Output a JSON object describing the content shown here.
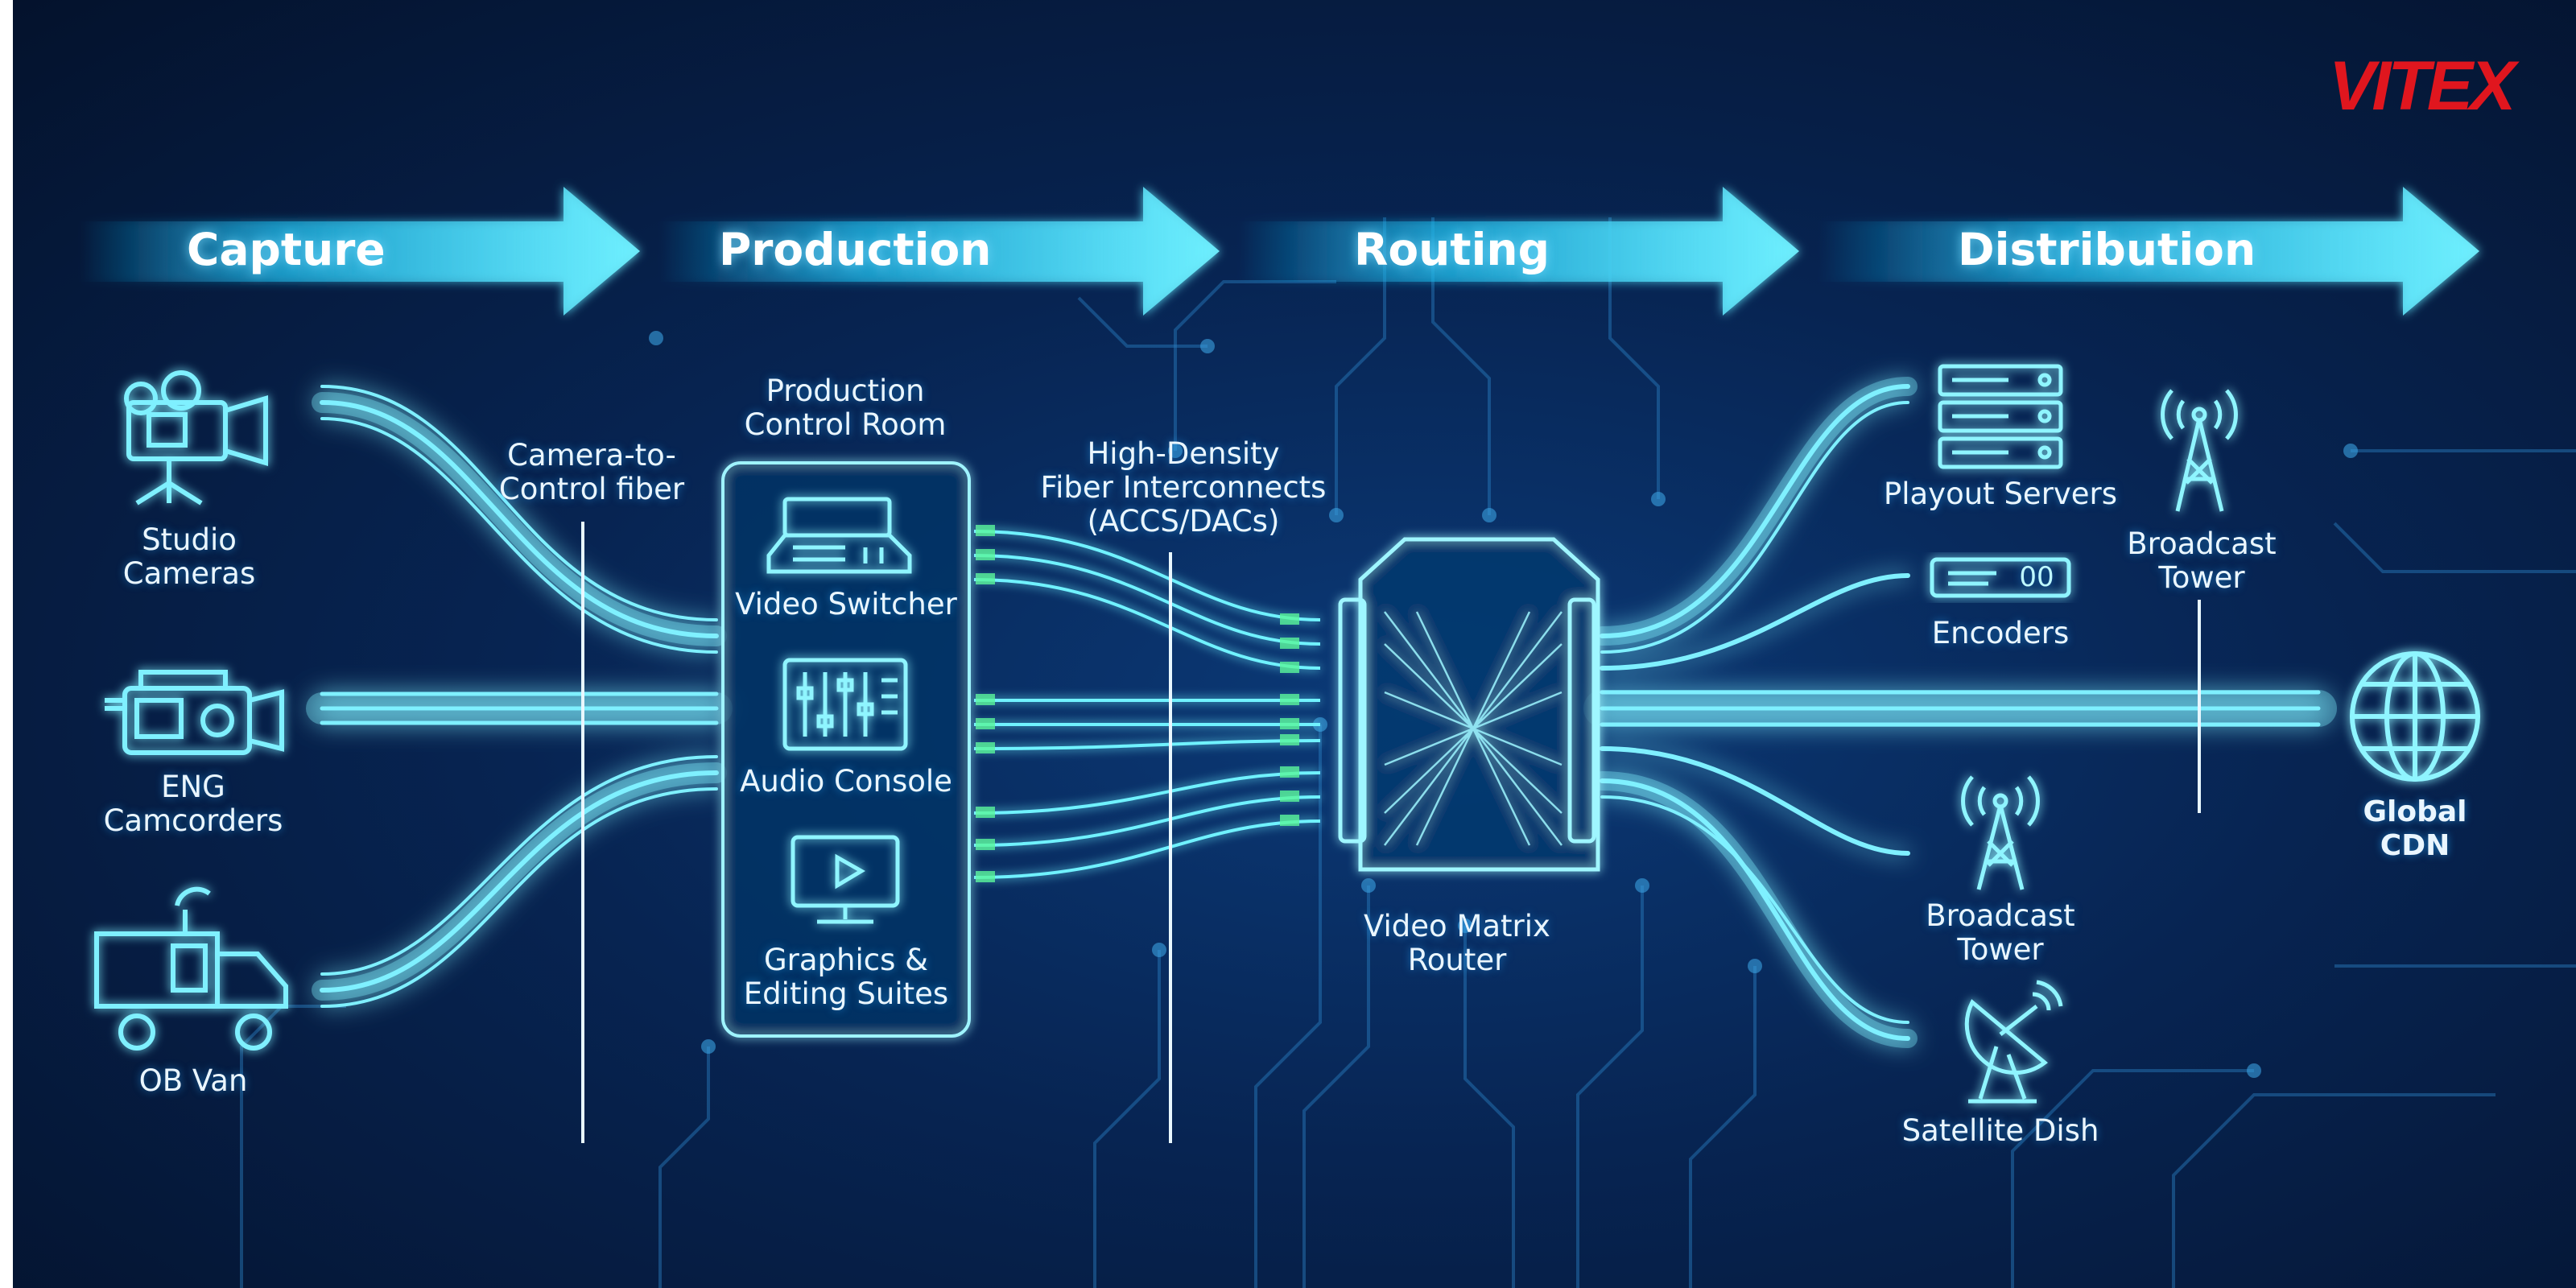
{
  "brand": {
    "logo": "VITEX",
    "color": "#e0161e"
  },
  "stages": [
    "Capture",
    "Production",
    "Routing",
    "Distribution"
  ],
  "capture": {
    "studio_cameras": "Studio\nCameras",
    "eng_camcorders": "ENG\nCamcorders",
    "ob_van": "OB Van",
    "fiber_label": "Camera-to-\nControl fiber"
  },
  "production": {
    "title": "Production\nControl Room",
    "video_switcher": "Video Switcher",
    "audio_console": "Audio Console",
    "graphics": "Graphics &\nEditing Suites"
  },
  "interconnect": {
    "label": "High-Density\nFiber Interconnects\n(ACCS/DACs)"
  },
  "routing": {
    "router": "Video Matrix\nRouter"
  },
  "distribution": {
    "playout": "Playout Servers",
    "encoders": "Encoders",
    "encoder_display": "00",
    "tower_top": "Broadcast\nTower",
    "tower_bottom": "Broadcast\nTower",
    "satellite": "Satellite Dish",
    "cdn": "Global\nCDN"
  },
  "colors": {
    "accent": "#38e6ff",
    "glow": "#8ff5ff",
    "background": "#06183a"
  }
}
